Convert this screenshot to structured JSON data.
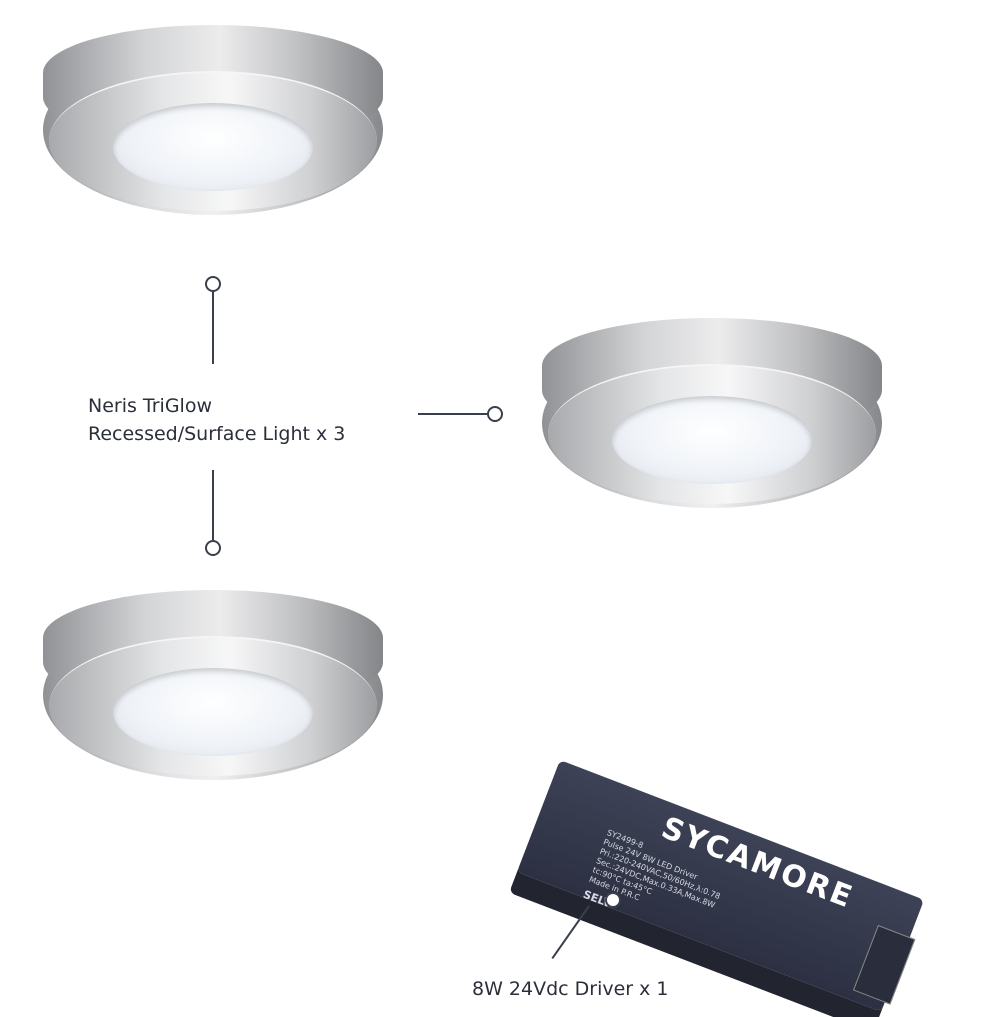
{
  "labels": {
    "lights": [
      "Neris TriGlow",
      "Recessed/Surface Light x 3"
    ],
    "driver": "8W 24Vdc Driver x 1"
  },
  "driver_product": {
    "brand": "SYCAMORE",
    "spec_lines": [
      "SY2499-8",
      "Pulse 24V 8W LED Driver",
      "Pri.:220-240VAC,50/60Hz,λ:0.78",
      "Sec.:24VDC,Max.0.33A,Max.8W",
      "tc:90°C ta:45°C",
      "Made in P.R.C",
      "SELV"
    ]
  },
  "colors": {
    "text": "#2b2f3a",
    "driver": "#363b4f",
    "metal": "#c8c9cb"
  }
}
